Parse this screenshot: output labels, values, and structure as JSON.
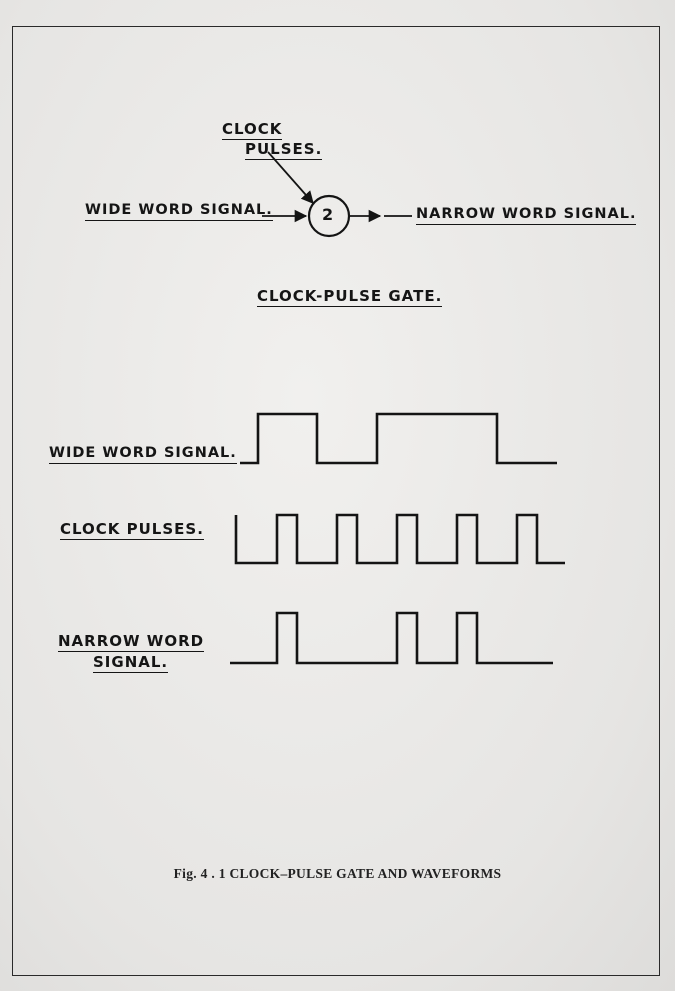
{
  "gate": {
    "clock_line1": "CLOCK",
    "clock_line2": "PULSES.",
    "wide_input": "WIDE WORD SIGNAL.",
    "gate_number": "2",
    "narrow_output": "NARROW WORD SIGNAL."
  },
  "heading": "CLOCK-PULSE GATE.",
  "waveforms": {
    "wide_label": "WIDE WORD SIGNAL.",
    "clock_label": "CLOCK PULSES.",
    "narrow_line1": "NARROW WORD",
    "narrow_line2": "SIGNAL."
  },
  "caption": "Fig. 4 . 1   CLOCK–PULSE GATE AND WAVEFORMS"
}
